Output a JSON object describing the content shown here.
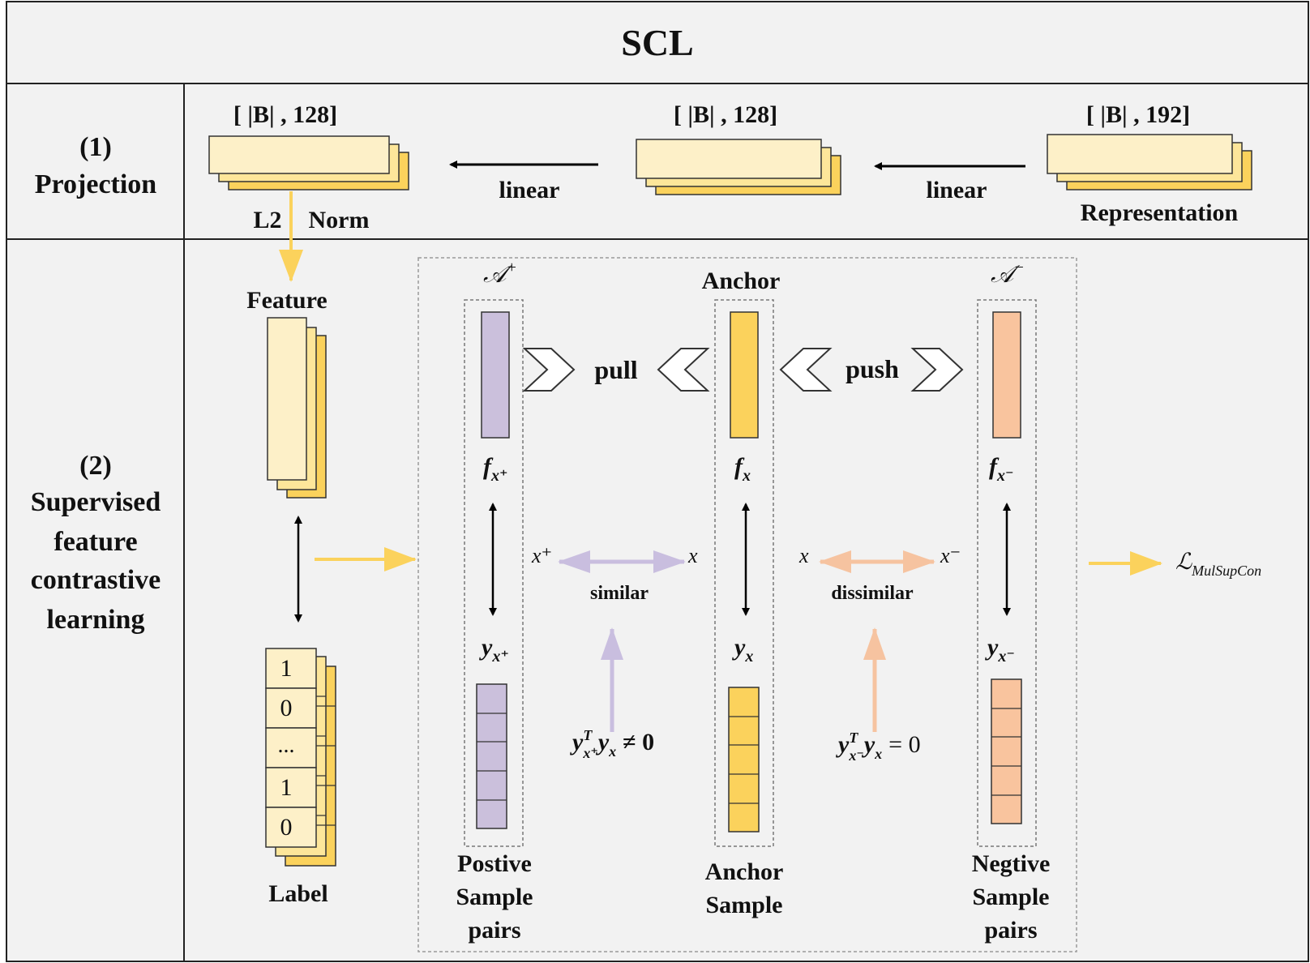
{
  "title": "SCL",
  "projection": {
    "label_num": "(1)",
    "label_name": "Projection",
    "dim_left": "[ |B| , 128]",
    "dim_mid": "[ |B| , 128]",
    "dim_right": "[ |B| , 192]",
    "linear_left": "linear",
    "linear_right": "linear",
    "representation": "Representation",
    "l2": "L2",
    "norm": "Norm"
  },
  "supervised": {
    "label_num": "(2)",
    "label_lines": [
      "Supervised",
      "feature",
      "contrastive",
      "learning"
    ],
    "feature": "Feature",
    "label": "Label",
    "label_values": [
      "1",
      "0",
      "...",
      "1",
      "0"
    ],
    "anchor": "Anchor",
    "a_plus": "𝒜",
    "a_plus_sup": "+",
    "a_minus": "𝒜",
    "a_minus_sup": "−",
    "pull": "pull",
    "push": "push",
    "f_pos": "f",
    "f_pos_sub": "x⁺",
    "f_anchor": "f",
    "f_anchor_sub": "x",
    "f_neg": "f",
    "f_neg_sub": "x⁻",
    "y_pos": "y",
    "y_pos_sub": "x⁺",
    "y_anchor": "y",
    "y_anchor_sub": "x",
    "y_neg": "y",
    "y_neg_sub": "x⁻",
    "x_plus": "x⁺",
    "x_left": "x",
    "x_right": "x",
    "x_minus": "x⁻",
    "similar": "similar",
    "dissimilar": "dissimilar",
    "eq_similar": "≠ 0",
    "eq_dissimilar": "= 0",
    "loss": "ℒ",
    "loss_sub": "MulSupCon",
    "pos_caption": [
      "Postive",
      "Sample",
      "pairs"
    ],
    "anchor_caption": [
      "Anchor",
      "Sample"
    ],
    "neg_caption": [
      "Negtive",
      "Sample",
      "pairs"
    ]
  },
  "colors": {
    "yellow_light": "#fdf0c8",
    "yellow": "#fbd25c",
    "yellow_arrow": "#fbd25c",
    "purple": "#cbc0dc",
    "purple_arrow": "#c9bedf",
    "orange": "#f9c49e",
    "orange_arrow": "#f6c3a0",
    "panel": "#f2f2f2"
  }
}
